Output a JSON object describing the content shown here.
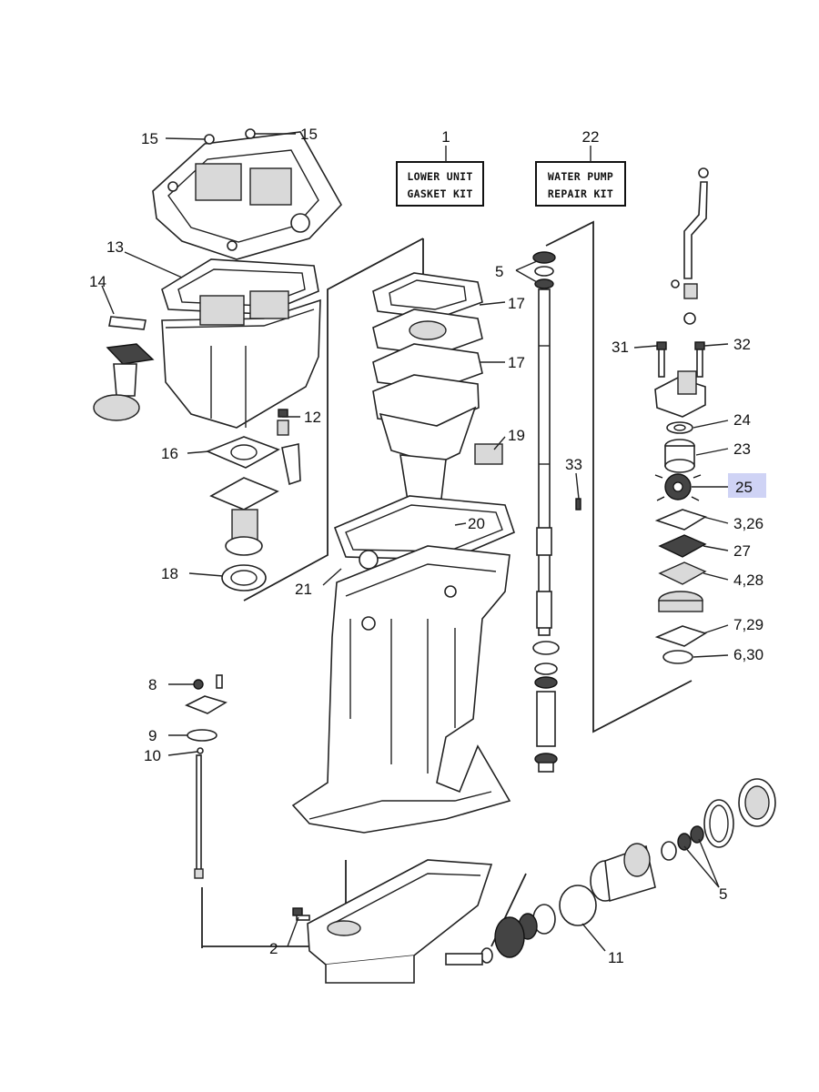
{
  "callouts": {
    "c1": "1",
    "c2": "2",
    "c5a": "5",
    "c5b": "5",
    "c8": "8",
    "c9": "9",
    "c10": "10",
    "c11": "11",
    "c12": "12",
    "c13": "13",
    "c14": "14",
    "c15a": "15",
    "c15b": "15",
    "c16": "16",
    "c17a": "17",
    "c17b": "17",
    "c18": "18",
    "c19": "19",
    "c20": "20",
    "c21": "21",
    "c22": "22",
    "c23": "23",
    "c24": "24",
    "c25": "25",
    "c27": "27",
    "c31": "31",
    "c32": "32",
    "c33": "33",
    "c326": "3,26",
    "c428": "4,28",
    "c729": "7,29",
    "c630": "6,30"
  },
  "kits": {
    "lower_unit": {
      "line1": "LOWER UNIT",
      "line2": "GASKET KIT"
    },
    "water_pump": {
      "line1": "WATER PUMP",
      "line2": "REPAIR KIT"
    }
  },
  "highlight": {
    "part": "25",
    "color": "#cfd3f5"
  }
}
